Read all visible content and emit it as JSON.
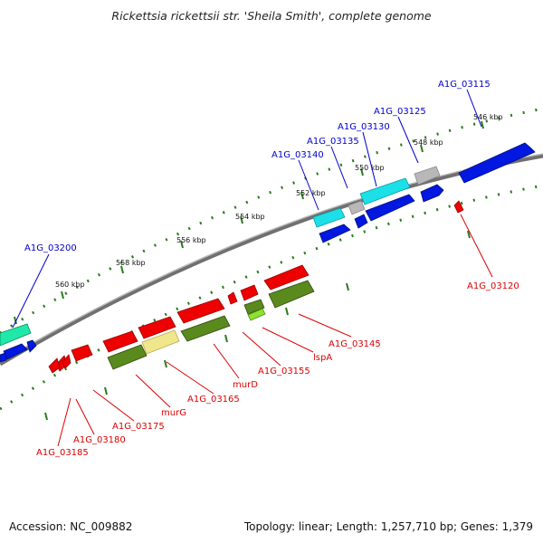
{
  "title": "Rickettsia rickettsii str. 'Sheila Smith', complete genome",
  "footer": {
    "accession": "Accession: NC_009882",
    "summary": "Topology: linear; Length: 1,257,710 bp; Genes: 1,379"
  },
  "colors": {
    "forward_label": "#0000cc",
    "reverse_label": "#dd0000",
    "backbone": "#808080",
    "tick": "#2a7a1e",
    "red": "#ee0000",
    "blue": "#0018e0",
    "cyan": "#1ce0e8",
    "teal": "#20e8a8",
    "olive": "#5a8a1e",
    "khaki": "#f0e68c",
    "lime": "#90e030",
    "grey": "#b0b0b0"
  },
  "ticks": [
    {
      "label": "546 kbp"
    },
    {
      "label": "548 kbp"
    },
    {
      "label": "550 kbp"
    },
    {
      "label": "552 kbp"
    },
    {
      "label": "554 kbp"
    },
    {
      "label": "556 kbp"
    },
    {
      "label": "558 kbp"
    },
    {
      "label": "560 kbp"
    }
  ],
  "forward_labels": [
    {
      "text": "A1G_03115"
    },
    {
      "text": "A1G_03125"
    },
    {
      "text": "A1G_03130"
    },
    {
      "text": "A1G_03135"
    },
    {
      "text": "A1G_03140"
    },
    {
      "text": "A1G_03200"
    }
  ],
  "reverse_labels": [
    {
      "text": "A1G_03120"
    },
    {
      "text": "A1G_03145"
    },
    {
      "text": "lspA"
    },
    {
      "text": "A1G_03155"
    },
    {
      "text": "murD"
    },
    {
      "text": "A1G_03165"
    },
    {
      "text": "murG"
    },
    {
      "text": "A1G_03175"
    },
    {
      "text": "A1G_03180"
    },
    {
      "text": "A1G_03185"
    }
  ]
}
